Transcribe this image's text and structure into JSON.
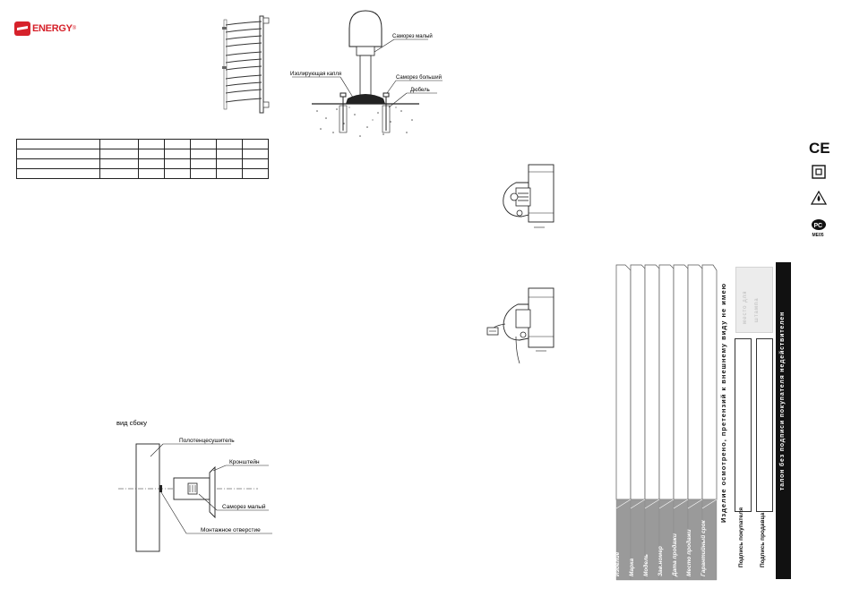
{
  "brand": {
    "name": "ENERGY",
    "reg_mark": "®"
  },
  "spec_table": {
    "rows": [
      [
        "",
        "",
        "",
        "",
        "",
        "",
        ""
      ],
      [
        "",
        "",
        "",
        "",
        "",
        "",
        ""
      ],
      [
        "",
        "",
        "",
        "",
        "",
        "",
        ""
      ],
      [
        "",
        "",
        "",
        "",
        "",
        "",
        ""
      ]
    ]
  },
  "floor_mount_diagram": {
    "small_screw": "Саморез малый",
    "insulating_cap": "Изолирующая капля",
    "large_screw": "Саморез больший",
    "dowel": "Дюбель"
  },
  "side_view": {
    "title": "вид сбоку",
    "towel_dryer": "Полотенцесушитель",
    "bracket": "Кронштейн",
    "small_screw": "Саморез малый",
    "mounting_hole": "Монтажное отверстие"
  },
  "warranty_card": {
    "rows": [
      "Изделие",
      "Марка",
      "Модель",
      "Зав.номер",
      "Дата продажи",
      "Место продажи",
      "Гарантийный срок"
    ],
    "condition_text": "Изделие осмотрено, претензий к внешнему виду не имею",
    "buyer_signature": "Подпись покупателя",
    "seller_signature": "Подпись продавца",
    "stamp_place_line1": "место для",
    "stamp_place_line2": "штампа",
    "black_bar_text": "талон без подписи покупателя недействителен"
  },
  "certifications": {
    "ce": "CE",
    "rst_sub": "МЕ05",
    "icons": [
      "ce-mark-icon",
      "double-insulation-icon",
      "drop-icon",
      "rst-mark-icon"
    ]
  }
}
